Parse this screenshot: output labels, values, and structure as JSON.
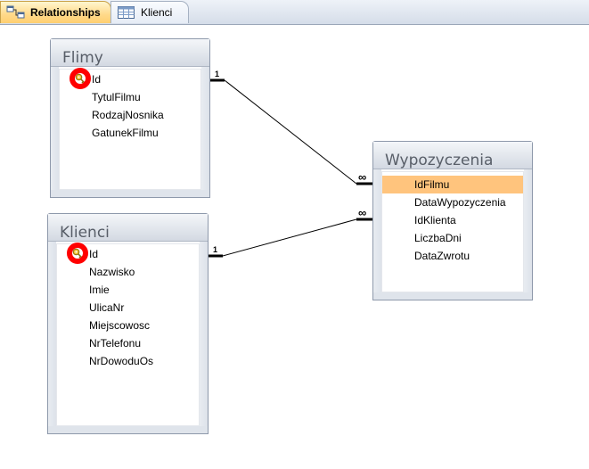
{
  "tabs": [
    {
      "label": "Relationships",
      "active": true,
      "icon": "relationships-icon"
    },
    {
      "label": "Klienci",
      "active": false,
      "icon": "table-icon"
    }
  ],
  "tables": {
    "filmy": {
      "title": "Flimy",
      "fields": [
        "Id",
        "TytulFilmu",
        "RodzajNosnika",
        "GatunekFilmu"
      ],
      "primary_key": "Id"
    },
    "klienci": {
      "title": "Klienci",
      "fields": [
        "Id",
        "Nazwisko",
        "Imie",
        "UlicaNr",
        "Miejscowosc",
        "NrTelefonu",
        "NrDowoduOs"
      ],
      "primary_key": "Id"
    },
    "wypozyczenia": {
      "title": "Wypozyczenia",
      "fields": [
        "IdFilmu",
        "DataWypozyczenia",
        "IdKlienta",
        "LiczbaDni",
        "DataZwrotu"
      ],
      "selected_field": "IdFilmu"
    }
  },
  "relationships": [
    {
      "from": "Flimy.Id",
      "to": "Wypozyczenia.IdFilmu",
      "one_label": "1",
      "many_label": "∞"
    },
    {
      "from": "Klienci.Id",
      "to": "Wypozyczenia.IdKlienta",
      "one_label": "1",
      "many_label": "∞"
    }
  ],
  "colors": {
    "active_tab": "#ffd98a",
    "selected_field": "#ffc47d",
    "highlight_ring": "#ff0000"
  }
}
